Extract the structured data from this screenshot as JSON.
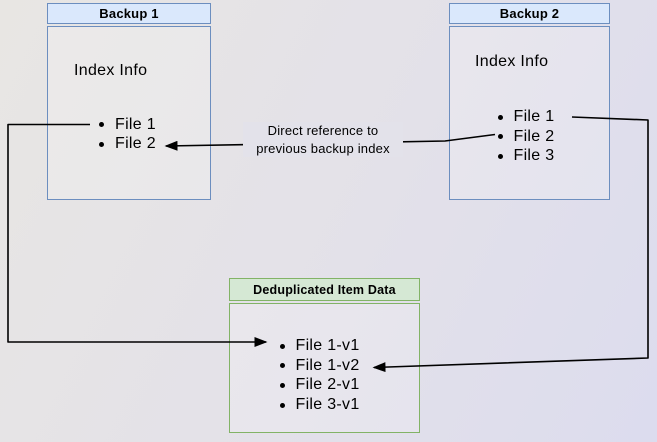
{
  "diagram": {
    "backup1": {
      "title": "Backup 1",
      "index_label": "Index Info",
      "files": [
        "File 1",
        "File 2"
      ]
    },
    "backup2": {
      "title": "Backup 2",
      "index_label": "Index Info",
      "files": [
        "File 1",
        "File 2",
        "File 3"
      ]
    },
    "dedup_store": {
      "title": "Deduplicated Item Data",
      "files": [
        "File 1-v1",
        "File 1-v2",
        "File 2-v1",
        "File 3-v1"
      ]
    },
    "reference_note": {
      "line1": "Direct reference to",
      "line2": "previous backup index"
    },
    "colors": {
      "backup_box_fill": "#dae8fc",
      "backup_box_border": "#6c8ebf",
      "dedup_box_fill": "#d5e8d4",
      "dedup_box_border": "#82b366",
      "arrow": "#000000",
      "background_start": "#e8e6e3",
      "background_end": "#dcdcee"
    }
  }
}
